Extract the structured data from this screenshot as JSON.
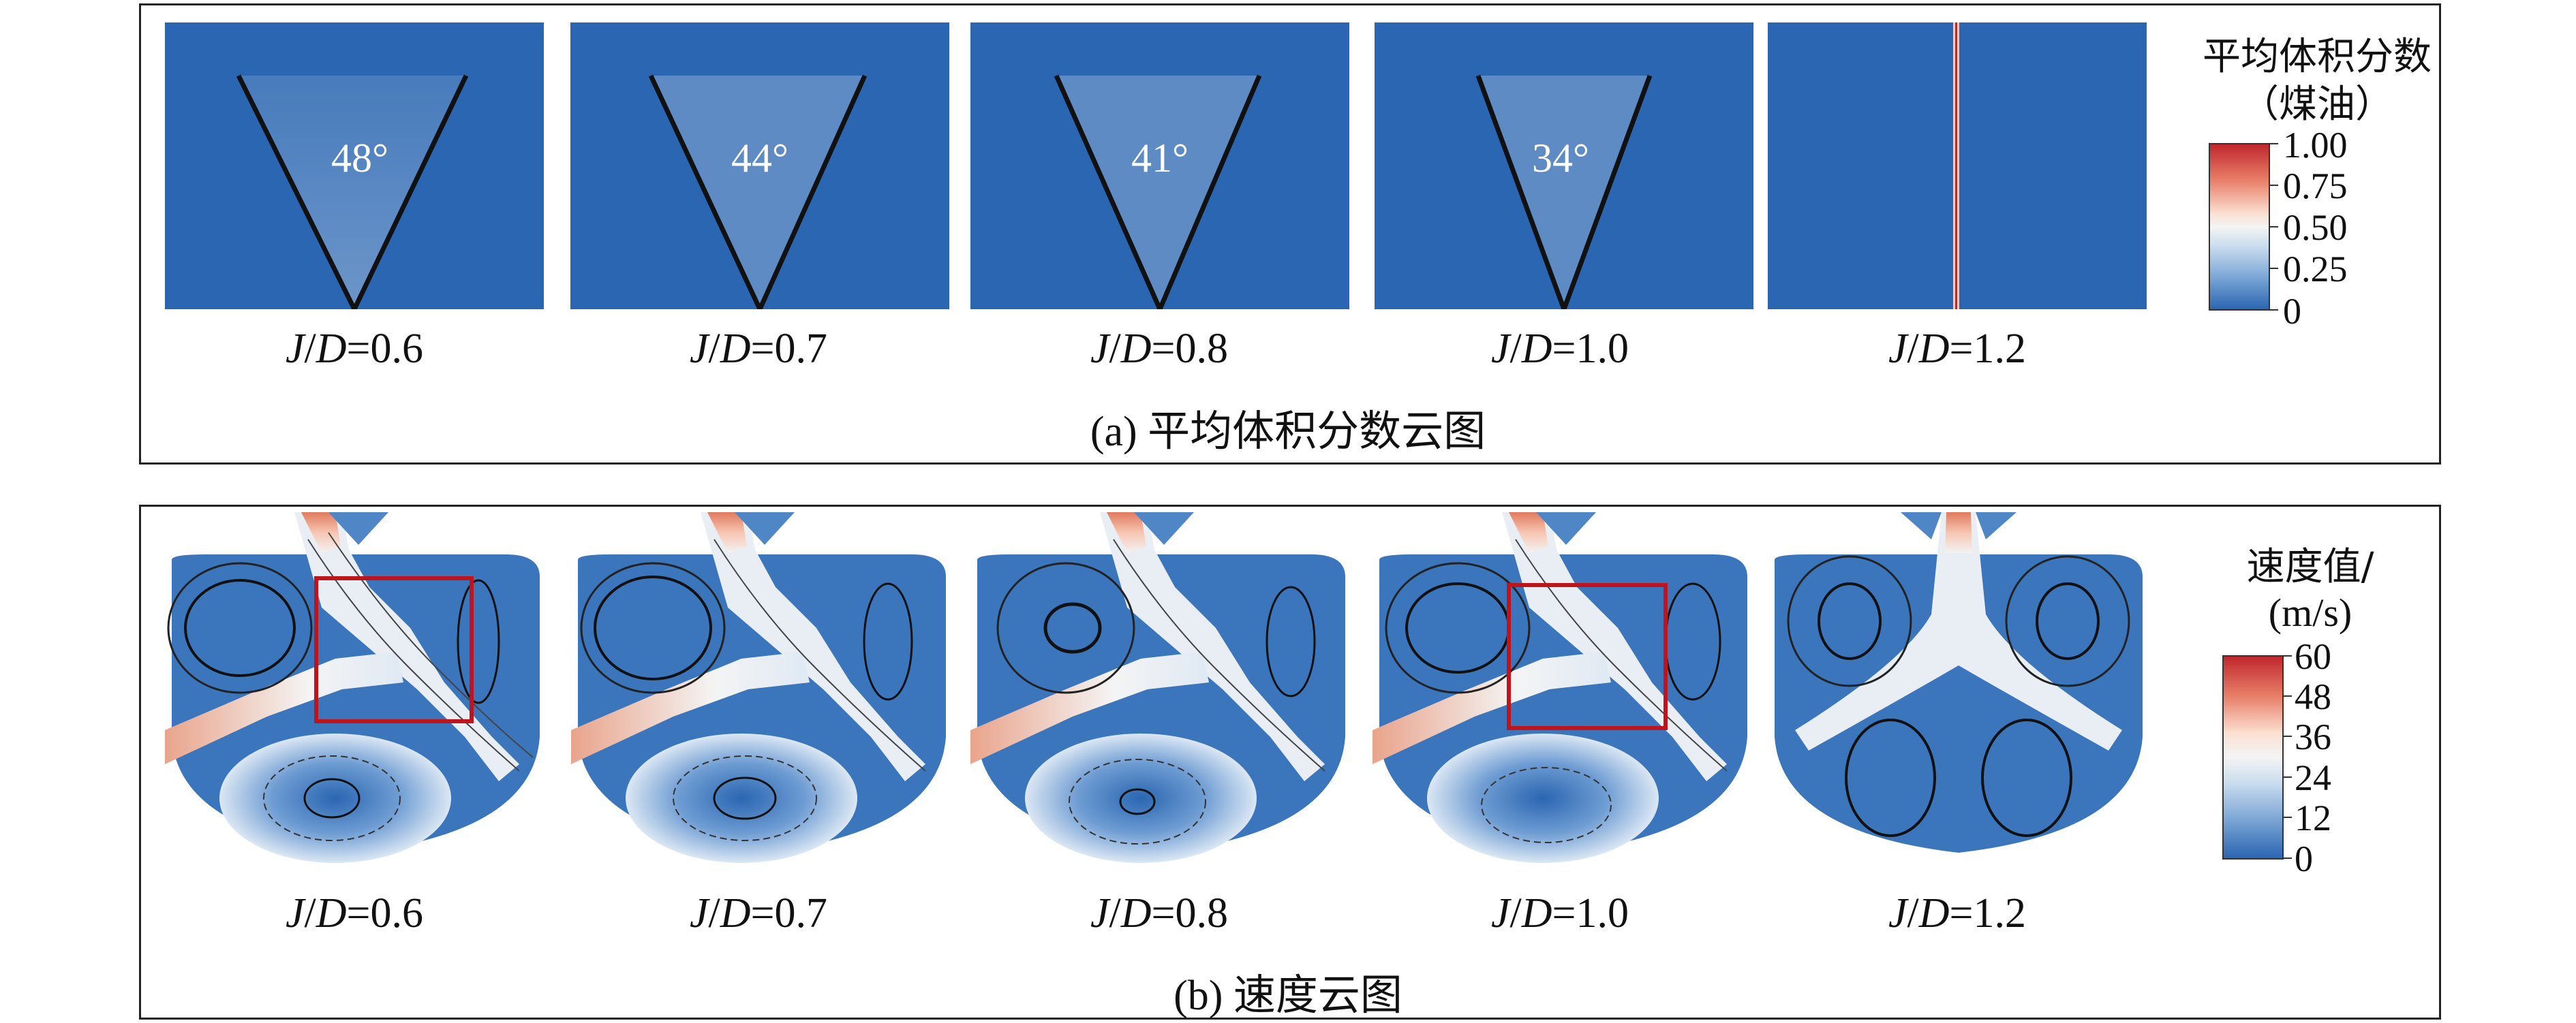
{
  "panel_a": {
    "caption_prefix": "(a) ",
    "caption_text": "平均体积分数云图",
    "angles": [
      "48°",
      "44°",
      "41°",
      "34°"
    ],
    "cases": [
      {
        "j": "J",
        "d": "D",
        "value": "=0.6"
      },
      {
        "j": "J",
        "d": "D",
        "value": "=0.7"
      },
      {
        "j": "J",
        "d": "D",
        "value": "=0.8"
      },
      {
        "j": "J",
        "d": "D",
        "value": "=1.0"
      },
      {
        "j": "J",
        "d": "D",
        "value": "=1.2"
      }
    ],
    "colorbar": {
      "title_line1": "平均体积分数",
      "title_line2": "（煤油）",
      "ticks": [
        "1.00",
        "0.75",
        "0.50",
        "0.25",
        "0"
      ]
    }
  },
  "panel_b": {
    "caption_prefix": "(b) ",
    "caption_text": "速度云图",
    "cases": [
      {
        "j": "J",
        "d": "D",
        "value": "=0.6"
      },
      {
        "j": "J",
        "d": "D",
        "value": "=0.7"
      },
      {
        "j": "J",
        "d": "D",
        "value": "=0.8"
      },
      {
        "j": "J",
        "d": "D",
        "value": "=1.0"
      },
      {
        "j": "J",
        "d": "D",
        "value": "=1.2"
      }
    ],
    "colorbar": {
      "title_line1": "速度值/",
      "title_line2": "(m/s)",
      "ticks": [
        "60",
        "48",
        "36",
        "24",
        "12",
        "0"
      ]
    }
  },
  "colors": {
    "field_blue": "#2a66b1",
    "mid_white": "#f4f4f4",
    "high_red": "#c0272d",
    "highlight_box": "#c0141c"
  }
}
